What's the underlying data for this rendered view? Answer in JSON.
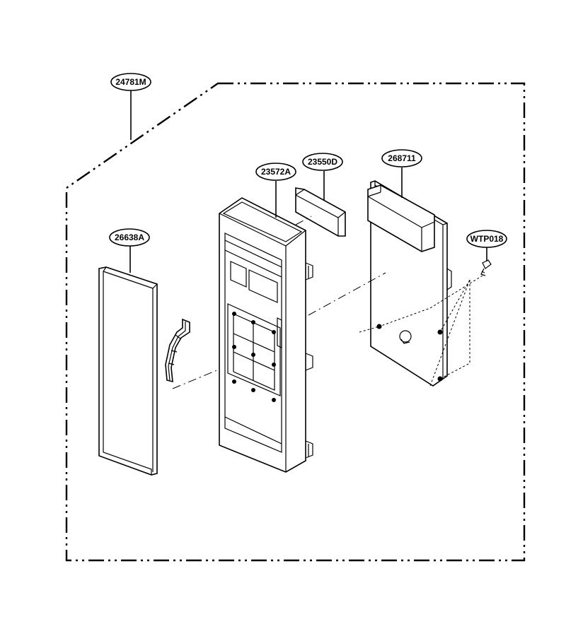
{
  "callouts": {
    "assembly": "24781M",
    "control_panel": "23572A",
    "window_sheet": "23550D",
    "pcb": "268711",
    "membrane_switch": "26638A",
    "screw": "WTP018"
  }
}
